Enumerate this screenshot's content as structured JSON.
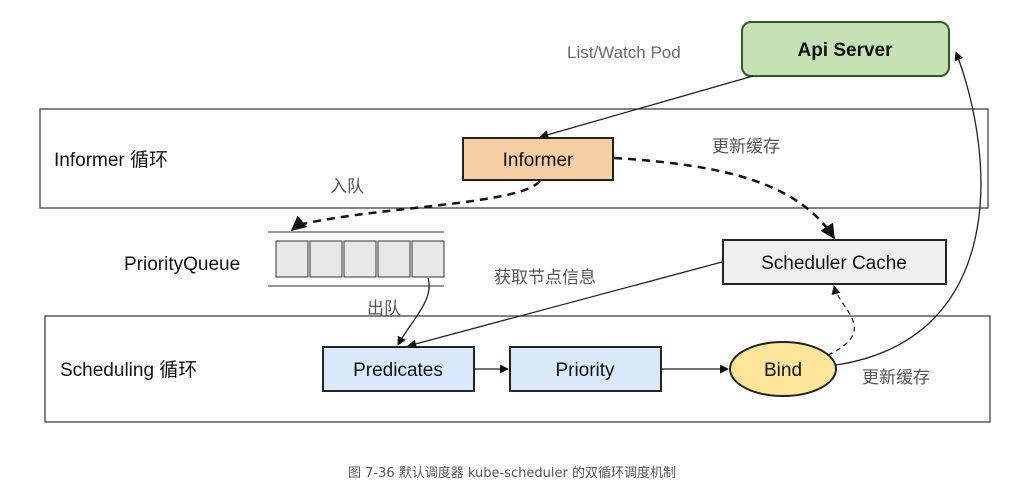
{
  "nodes": {
    "api_server": "Api Server",
    "informer": "Informer",
    "scheduler_cache": "Scheduler Cache",
    "predicates": "Predicates",
    "priority": "Priority",
    "bind": "Bind",
    "priority_queue": "PriorityQueue"
  },
  "loops": {
    "informer_loop": "Informer 循环",
    "scheduling_loop": "Scheduling 循环"
  },
  "edge_labels": {
    "list_watch": "List/Watch Pod",
    "update_cache_top": "更新缓存",
    "enqueue": "入队",
    "dequeue": "出队",
    "get_node_info": "获取节点信息",
    "update_cache_bottom": "更新缓存"
  },
  "caption": "图 7-36 默认调度器 kube-scheduler 的双循环调度机制",
  "colors": {
    "api_server_fill": "#c5e0b3",
    "api_server_stroke": "#2e5e1f",
    "informer_fill": "#f5cfa3",
    "scheduler_cache_fill": "#efefef",
    "process_fill": "#dae8fc",
    "bind_fill": "#ffe599",
    "queue_cell_fill": "#e8e8e8",
    "loop_stroke": "#333333",
    "edge_label": "#555555"
  }
}
